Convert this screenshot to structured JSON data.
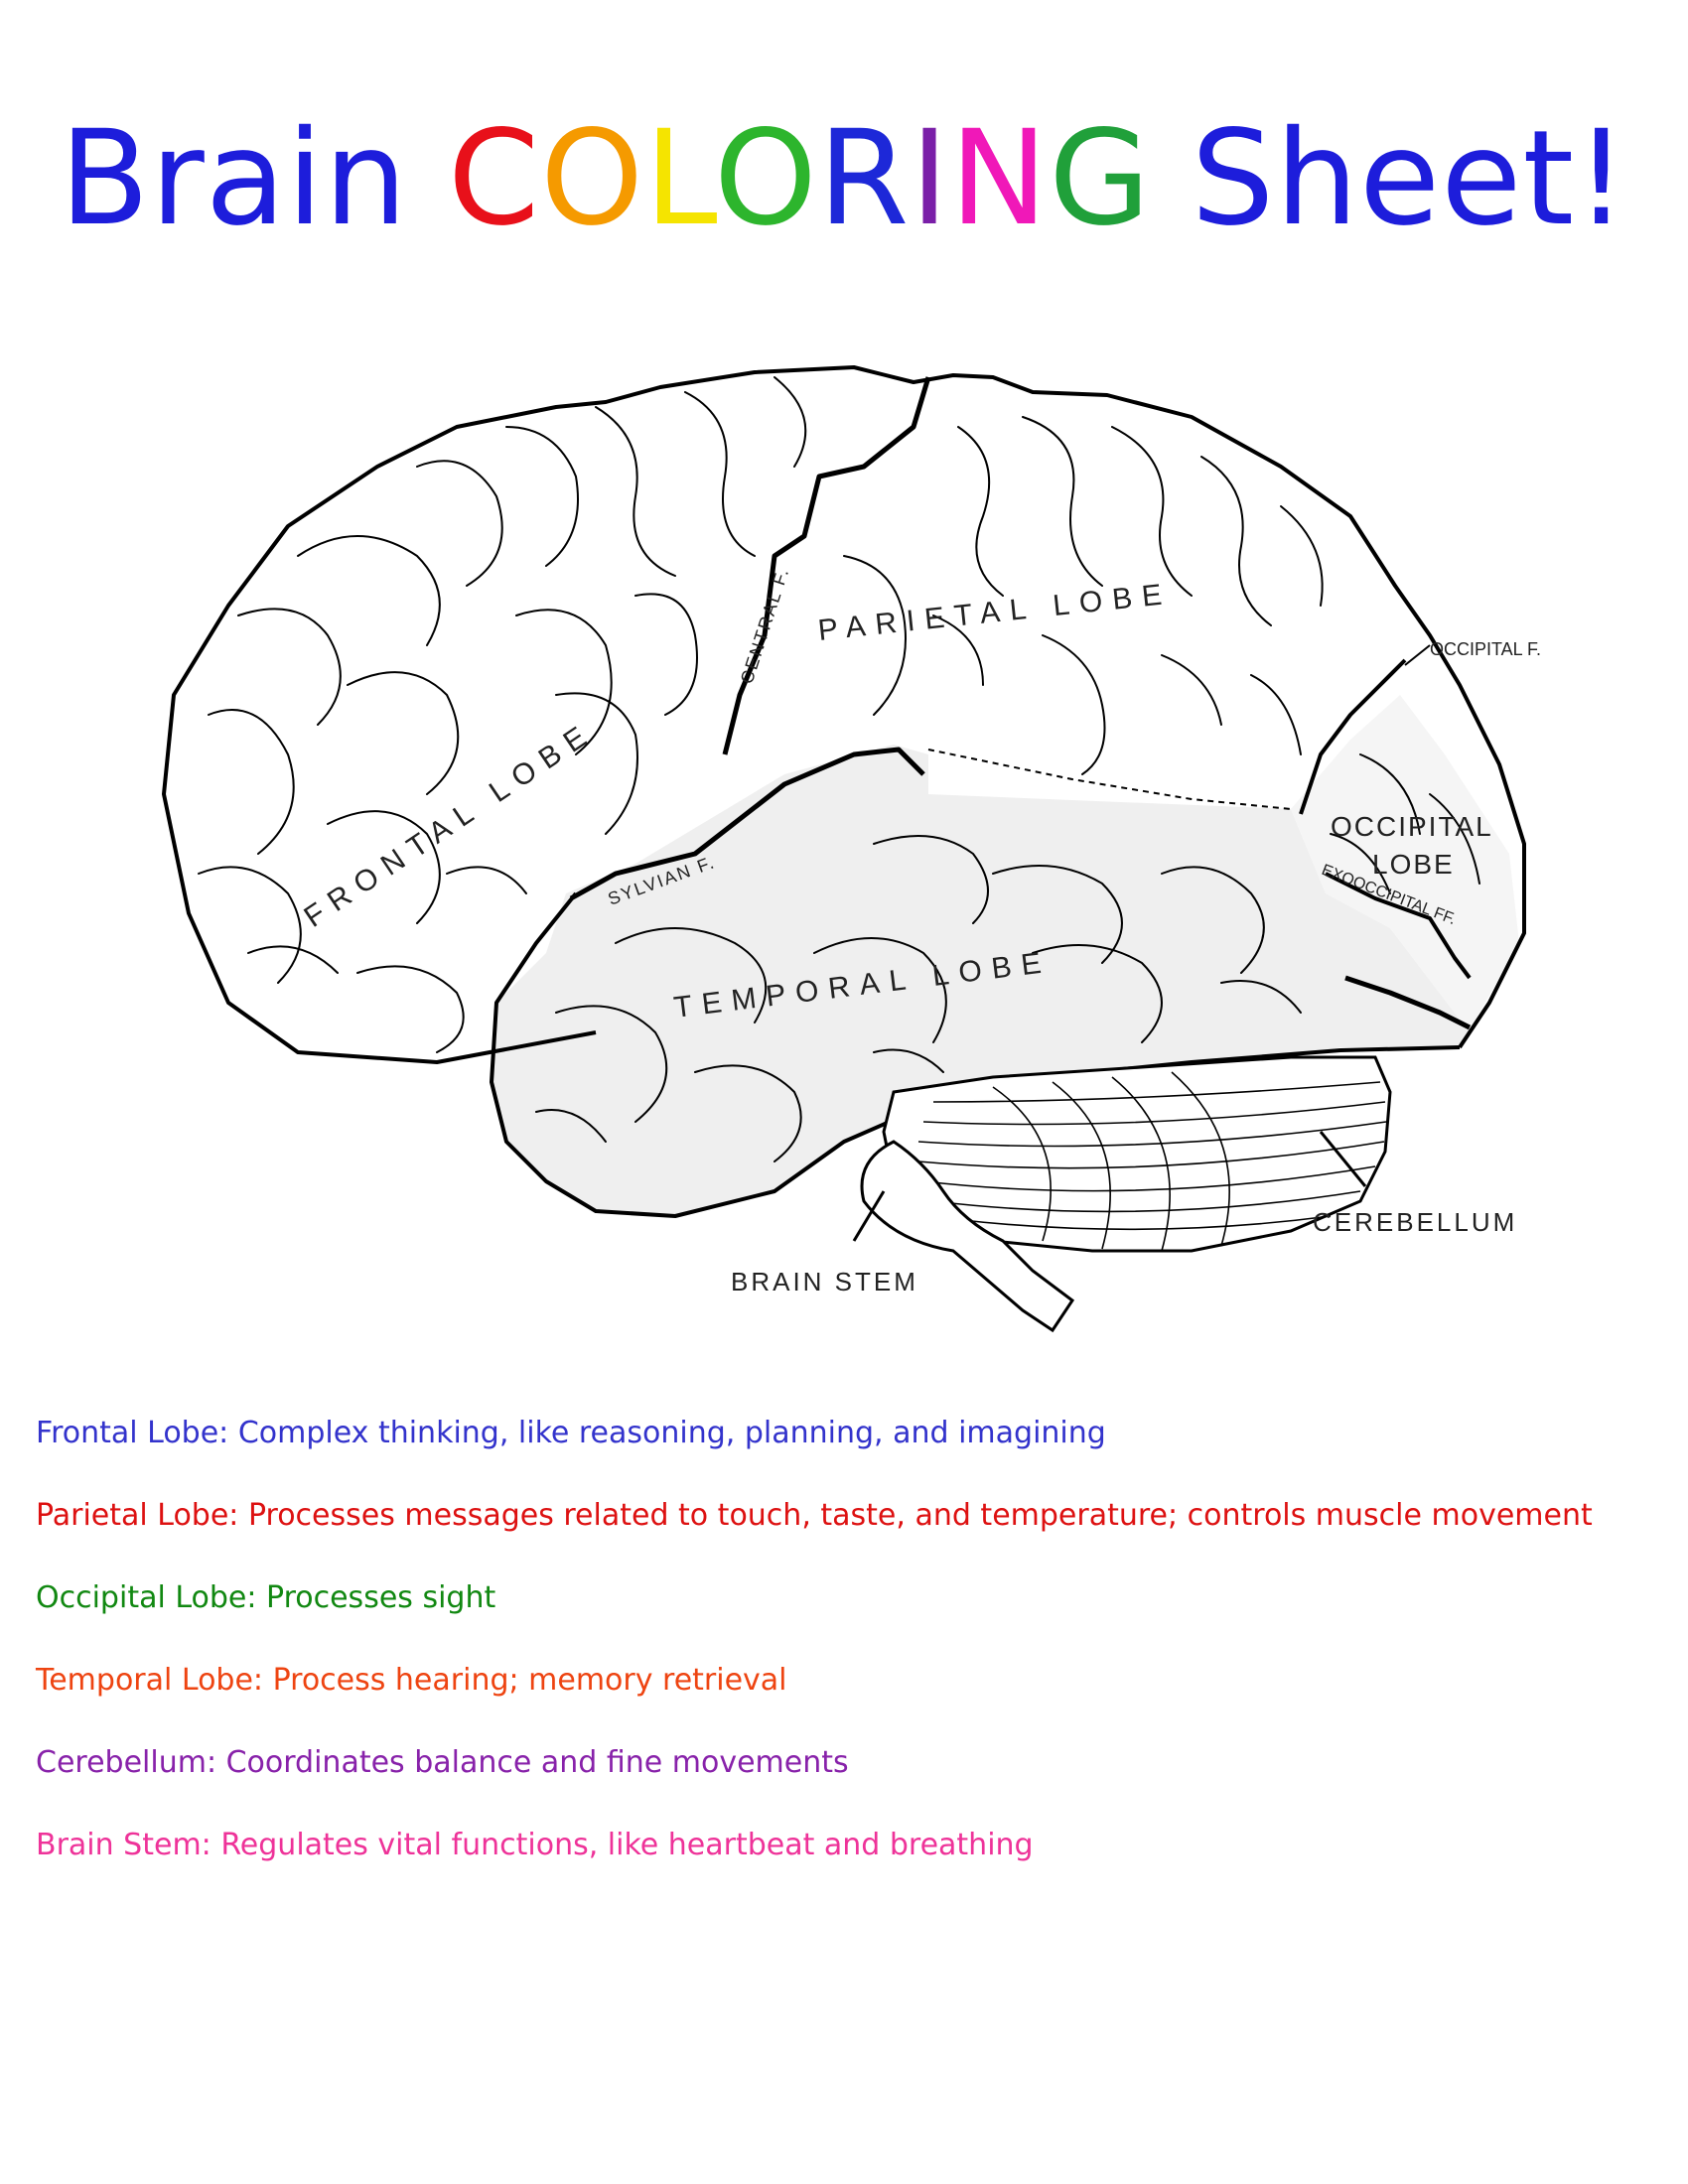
{
  "title": {
    "word1": "Brain",
    "word2_letters": [
      {
        "ch": "C",
        "color": "#e8101a"
      },
      {
        "ch": "O",
        "color": "#f59a00"
      },
      {
        "ch": "L",
        "color": "#f5e400"
      },
      {
        "ch": "O",
        "color": "#2db52d"
      },
      {
        "ch": "R",
        "color": "#1d28d8"
      },
      {
        "ch": "I",
        "color": "#7a1fa8"
      },
      {
        "ch": "N",
        "color": "#f018b8"
      },
      {
        "ch": "G",
        "color": "#20a03a"
      }
    ],
    "word3": "Sheet!",
    "color_main": "#1d1ddb"
  },
  "labels": {
    "frontal": "FRONTAL LOBE",
    "parietal": "PARIETAL LOBE",
    "temporal": "TEMPORAL LOBE",
    "occipital_1": "OCCIPITAL",
    "occipital_2": "LOBE",
    "central_f": "CENTRAL F.",
    "sylvian_f": "SYLVIAN F.",
    "occipital_f": "OCCIPITAL F.",
    "exoccipital_ff": "EXOOCCIPITAL FF.",
    "cerebellum": "CEREBELLUM",
    "brain_stem": "BRAIN STEM"
  },
  "descriptions": [
    {
      "name": "frontal",
      "text": "Frontal Lobe: Complex thinking, like reasoning, planning, and imagining",
      "color": "#3333cc"
    },
    {
      "name": "parietal",
      "text": "Parietal Lobe: Processes messages related to touch, taste, and temperature; controls muscle movement",
      "color": "#dd1111"
    },
    {
      "name": "occipital",
      "text": "Occipital Lobe: Processes sight",
      "color": "#118811"
    },
    {
      "name": "temporal",
      "text": "Temporal Lobe: Process hearing; memory retrieval",
      "color": "#ee4411"
    },
    {
      "name": "cerebellum",
      "text": "Cerebellum: Coordinates balance and fine movements",
      "color": "#8822aa"
    },
    {
      "name": "brain-stem",
      "text": "Brain Stem: Regulates vital functions, like heartbeat and breathing",
      "color": "#ee3399"
    }
  ]
}
